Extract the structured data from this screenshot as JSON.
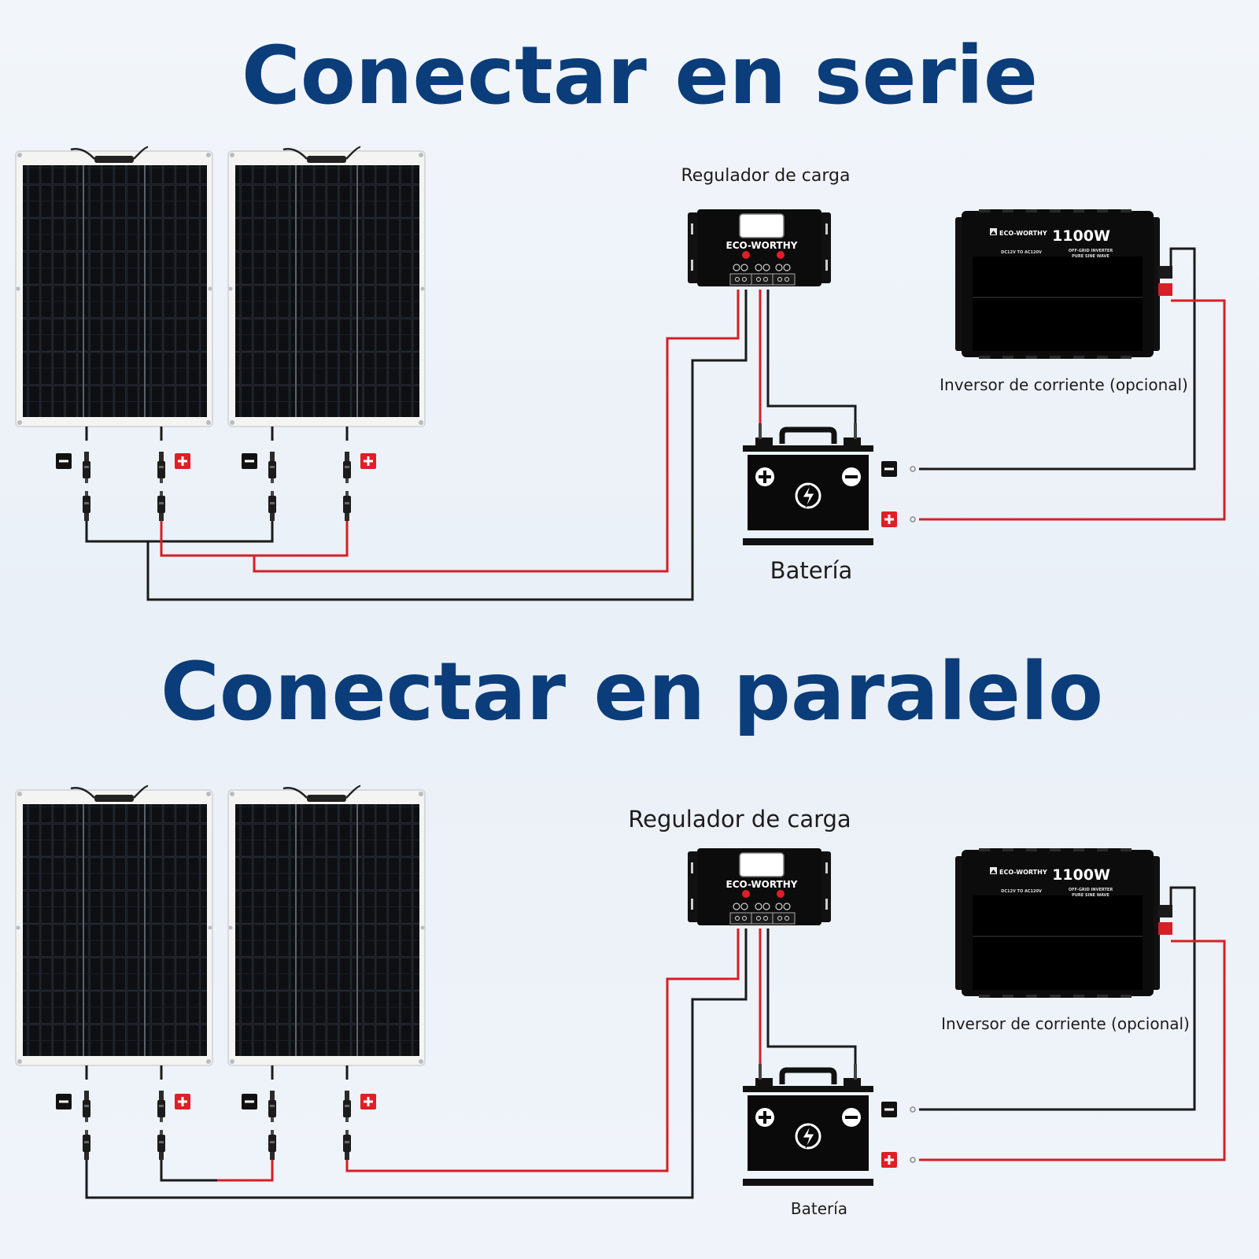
{
  "colors": {
    "title": "#0a3d7a",
    "wire_red": "#d61f26",
    "wire_black": "#1a1a1a",
    "panel_cell": "#111418",
    "panel_frame": "#f4f4f2",
    "device_body": "#0c0c0c"
  },
  "series": {
    "title": "Conectar en serie",
    "controller_label": "Regulador de carga",
    "inverter_label": "Inversor de corriente (opcional)",
    "battery_label": "Batería"
  },
  "parallel": {
    "title": "Conectar en paralelo",
    "controller_label": "Regulador de carga",
    "inverter_label": "Inversor de corriente (opcional)",
    "battery_label": "Batería"
  },
  "controller": {
    "brand": "ECO-WORTHY"
  },
  "inverter": {
    "brand": "ECO-WORTHY",
    "power": "1100W",
    "spec_left": "DC12V TO AC120V",
    "spec_right_1": "OFF-GRID INVERTER",
    "spec_right_2": "PURE SINE WAVE"
  },
  "icons": {
    "minus": "minus-badge-icon",
    "plus": "plus-badge-icon",
    "battery_bolt": "lightning-bolt-icon"
  }
}
